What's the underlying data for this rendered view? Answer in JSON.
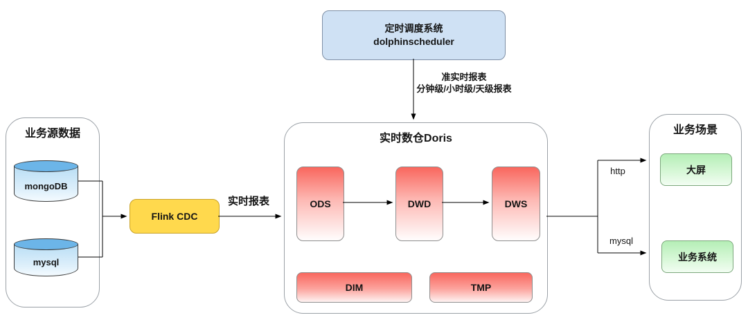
{
  "diagram": {
    "scheduler_box": {
      "title": "定时调度系统",
      "subtitle": "dolphinscheduler"
    },
    "scheduler_edge": {
      "label_line1": "准实时报表",
      "label_line2": "分钟级/小时级/天级报表"
    },
    "source_group": {
      "title": "业务源数据",
      "databases": [
        {
          "label": "mongoDB"
        },
        {
          "label": "mysql"
        }
      ]
    },
    "flink_box": {
      "label": "Flink CDC"
    },
    "flink_edge": {
      "label": "实时报表"
    },
    "doris_group": {
      "title": "实时数仓Doris",
      "layers": [
        {
          "label": "ODS"
        },
        {
          "label": "DWD"
        },
        {
          "label": "DWS"
        }
      ],
      "aux_layers": [
        {
          "label": "DIM"
        },
        {
          "label": "TMP"
        }
      ]
    },
    "output_edges": [
      {
        "label": "http"
      },
      {
        "label": "mysql"
      }
    ],
    "business_group": {
      "title": "业务场景",
      "items": [
        {
          "label": "大屏"
        },
        {
          "label": "业务系统"
        }
      ]
    },
    "colors": {
      "scheduler_fill": "#cfe1f4",
      "scheduler_border": "#7e8fa5",
      "database_top": "#6cb5e8",
      "database_body": "#b9def5",
      "flink_fill": "#ffd94d",
      "flink_border": "#c9a227",
      "warehouse_layer_top": "#f9675e",
      "business_item_top": "#b5eeb6",
      "container_border": "#9aa0a6",
      "connector": "#000000"
    }
  }
}
